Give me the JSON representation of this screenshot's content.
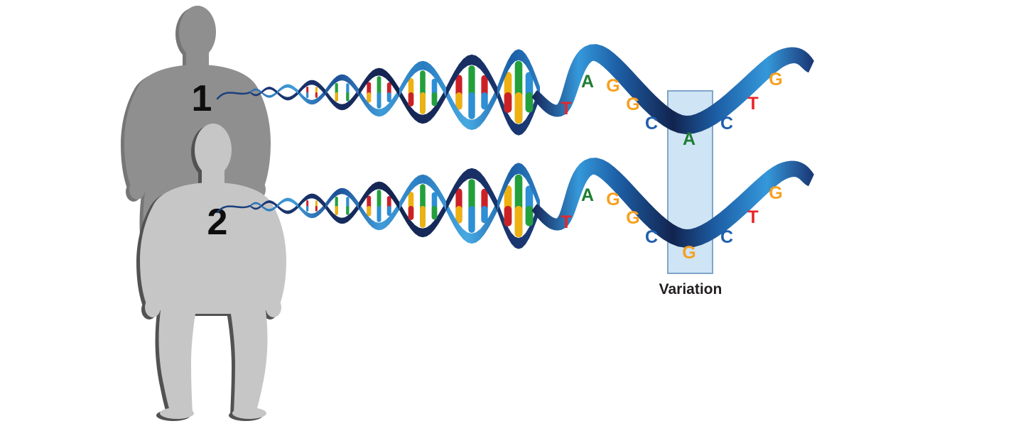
{
  "figure": {
    "person1": {
      "label": "1"
    },
    "person2": {
      "label": "2"
    },
    "variation": {
      "label": "Variation"
    }
  },
  "dna": {
    "base_colors": {
      "A": "#1e7d33",
      "G": "#f7a01f",
      "C": "#1f5fad",
      "T": "#e7262b"
    },
    "rows": [
      {
        "person": "1",
        "sequence": [
          "T",
          "A",
          "G",
          "G",
          "C",
          "A",
          "C",
          "T",
          "G"
        ],
        "variant_base": "A"
      },
      {
        "person": "2",
        "sequence": [
          "T",
          "A",
          "G",
          "G",
          "C",
          "G",
          "C",
          "T",
          "G"
        ],
        "variant_base": "G"
      }
    ],
    "ribbon_colors": {
      "front": "#2e86c9",
      "back": "#15265a",
      "rungs": [
        "#cc2027",
        "#eeb111",
        "#23a03c",
        "#2d8fd5"
      ]
    },
    "variation_box": {
      "fill": "#cfe4f4",
      "border": "#7fa6cb"
    },
    "silhouette_colors": {
      "person1": "#8f8f8f",
      "person2": "#c6c6c6"
    }
  }
}
